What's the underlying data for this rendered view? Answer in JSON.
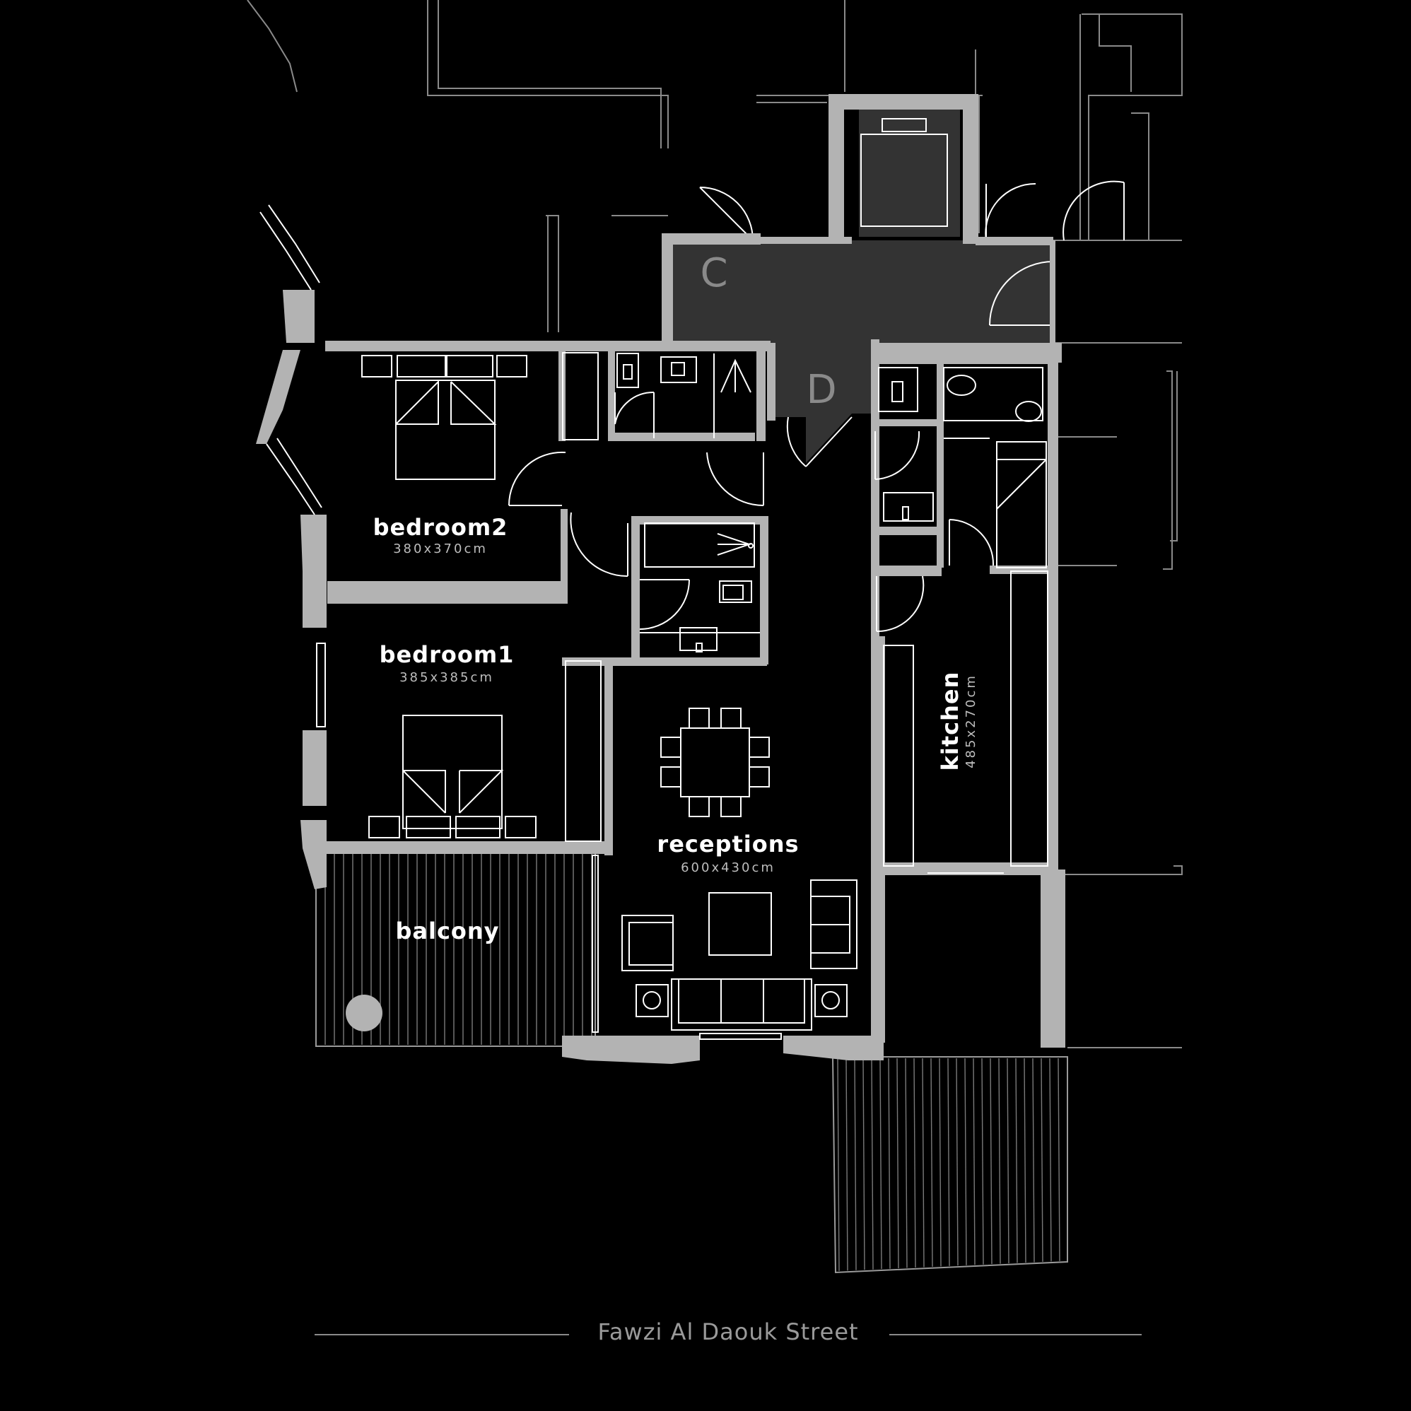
{
  "plan": {
    "colors": {
      "background": "#000000",
      "wall": "#b3b3b3",
      "core_fill": "#333333",
      "lines": "#ffffff"
    },
    "core": {
      "label_c": "C",
      "label_d": "D"
    },
    "rooms": {
      "bedroom2": {
        "name": "bedroom2",
        "size": "380x370cm"
      },
      "bedroom1": {
        "name": "bedroom1",
        "size": "385x385cm"
      },
      "receptions": {
        "name": "receptions",
        "size": "600x430cm"
      },
      "kitchen": {
        "name": "kitchen",
        "size": "485x270cm"
      },
      "balcony": {
        "name": "balcony"
      }
    },
    "street": {
      "name": "Fawzi Al Daouk Street"
    }
  }
}
